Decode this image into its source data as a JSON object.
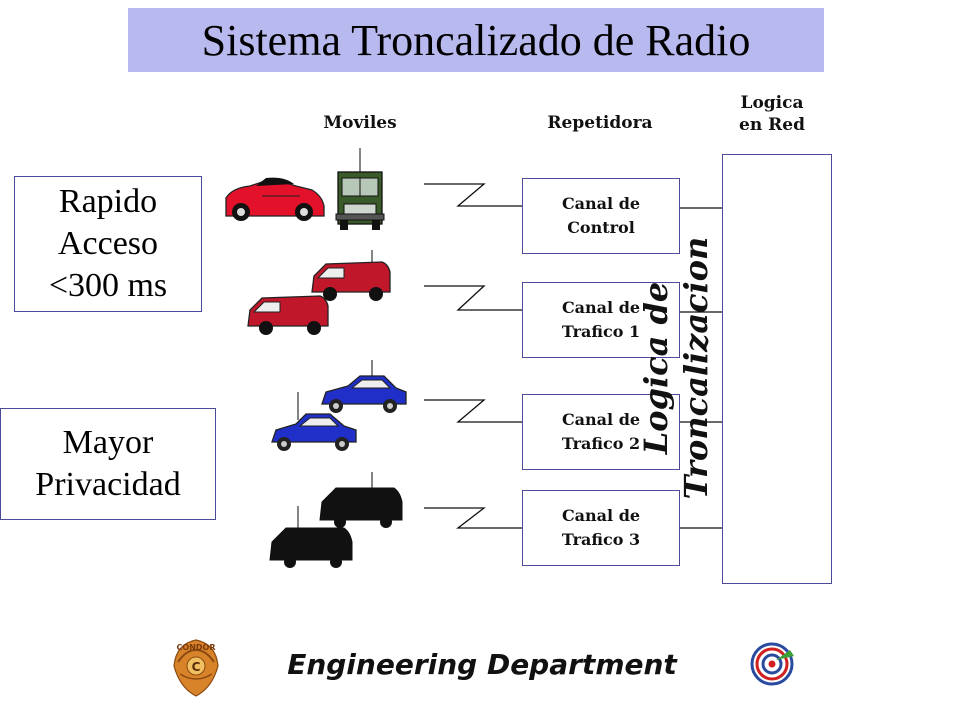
{
  "title": "Sistema Troncalizado de Radio",
  "headers": {
    "moviles": "Moviles",
    "repetidora": "Repetidora",
    "logica_line1": "Logica",
    "logica_line2": "en Red"
  },
  "features": [
    {
      "lines": [
        "Rapido",
        "Acceso",
        "<300 ms"
      ]
    },
    {
      "lines": [
        "Mayor",
        "Privacidad"
      ]
    }
  ],
  "channels": [
    {
      "line1": "Canal de",
      "line2": "Control"
    },
    {
      "line1": "Canal de",
      "line2": "Trafico 1"
    },
    {
      "line1": "Canal de",
      "line2": "Trafico 2"
    },
    {
      "line1": "Canal de",
      "line2": "Trafico 3"
    }
  ],
  "logic": {
    "line1": "Logica de",
    "line2": "Troncalizacion"
  },
  "footer": "Engineering Department",
  "logos": {
    "left": "condor-logo",
    "right": "target-logo",
    "left_text": "CONDOR",
    "left_letter": "C"
  },
  "colors": {
    "title_bg": "#b8b9ee",
    "box_border": "#4b4b99",
    "car_red": "#e3122a",
    "van_red": "#c0182a",
    "car_blue": "#1f2fc8",
    "car_black": "#111111",
    "truck_green": "#3a5a2a",
    "logo_orange": "#d8832a"
  }
}
